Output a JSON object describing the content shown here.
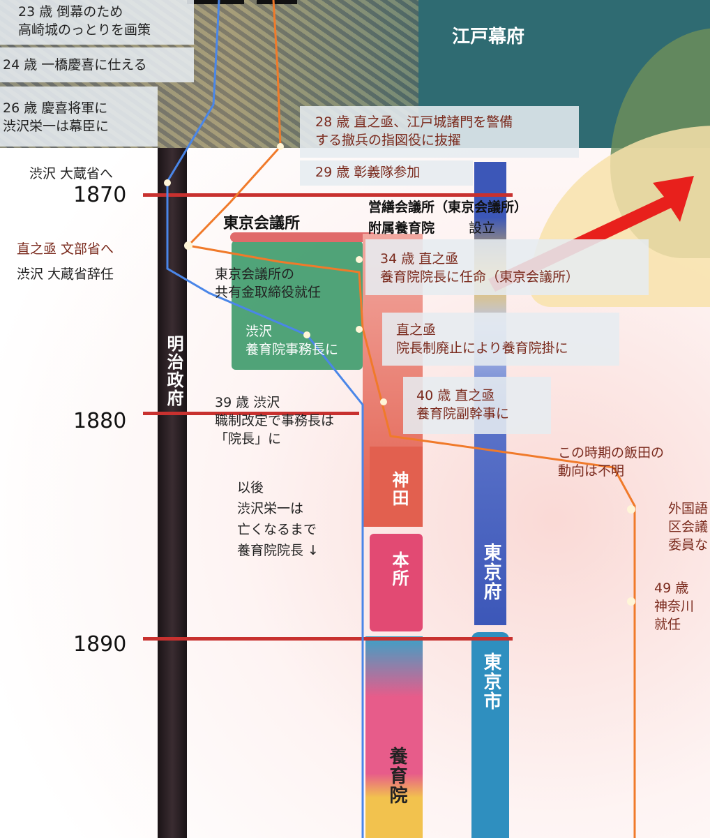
{
  "eras": {
    "edo": "江戸幕府",
    "meiji": "明治政府"
  },
  "years": [
    "1870",
    "1880",
    "1890"
  ],
  "bars": {
    "kanda": "神田",
    "honjo": "本所",
    "yoikuin": "養育院",
    "tokyo_fu": "東京府",
    "tokyo_shi": "東京市"
  },
  "org_labels": {
    "tokyo_kaigisho": "東京会議所",
    "eizen": "営繕会議所（東京会議所）",
    "fuzoku": "附属養育院",
    "setsuritsu": "設立"
  },
  "left_labels": [
    "23 歳  倒幕のため\n高崎城のっとりを画策",
    "24 歳  一橋慶喜に仕える",
    "26 歳  慶喜将軍に\n渋沢栄一は幕臣に",
    "渋沢  大蔵省へ",
    "直之亟  文部省へ",
    "渋沢  大蔵省辞任"
  ],
  "mid_labels": [
    "東京会議所の\n共有金取締役就任",
    "渋沢\n養育院事務長に",
    "39 歳  渋沢\n職制改定で事務長は\n「院長」に",
    "以後\n渋沢栄一は\n亡くなるまで\n養育院院長  ↓"
  ],
  "right_labels": [
    "28 歳  直之亟、江戸城諸門を警備\nする撤兵の指図役に抜擢",
    "29 歳  彰義隊参加",
    "34 歳  直之亟\n養育院院長に任命（東京会議所）",
    "直之亟\n院長制廃止により養育院掛に",
    "40 歳  直之亟\n養育院副幹事に",
    "この時期の飯田の\n動向は不明",
    "外国語\n区会議\n委員な",
    "49 歳\n神奈川\n就任"
  ],
  "colors": {
    "edo_band": "#2f6b72",
    "meiji_bar": "#2a1f23",
    "shibusawa_line": "#4a86e8",
    "naonojo_line": "#f07a2a",
    "tokyo_fu_bar": "#3c57b8",
    "tokyo_shi_bar": "#2f8fbf",
    "kanda_bar": "#e2604f",
    "honjo_bar": "#e24a73",
    "yoikuin_bar": "#e75c8a",
    "kaigisho_box": "#3d9a6a",
    "year_line": "#c8312f",
    "arrow": "#e8201c"
  }
}
